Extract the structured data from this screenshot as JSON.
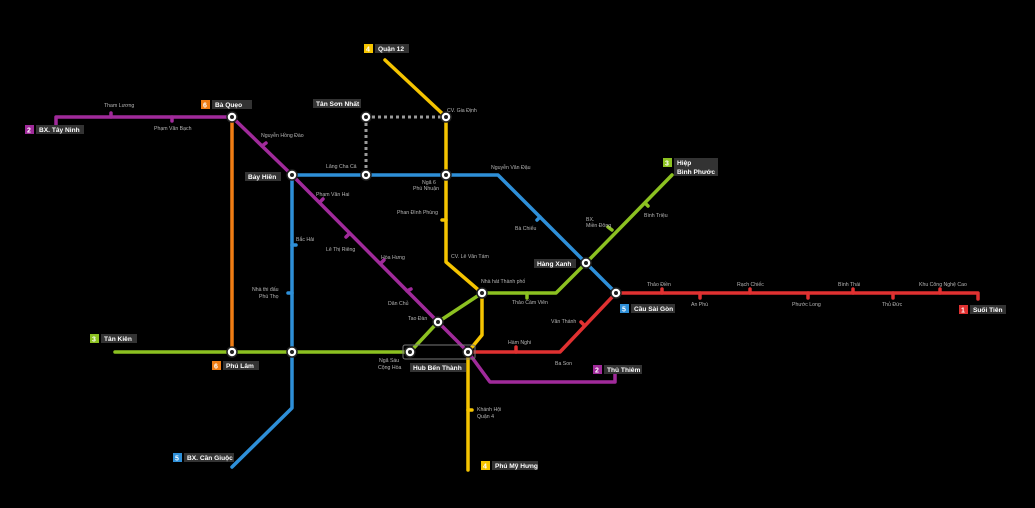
{
  "lines": [
    {
      "id": "1",
      "color": "#e03131",
      "endpoints": [
        "Suối Tiên"
      ]
    },
    {
      "id": "2",
      "color": "#a02a9a",
      "endpoints": [
        "BX. Tây Ninh",
        "Thủ Thiêm"
      ]
    },
    {
      "id": "3",
      "color": "#8cc121",
      "endpoints": [
        "Tân Kiên",
        "Hiệp Bình Phước"
      ]
    },
    {
      "id": "4",
      "color": "#f5c400",
      "endpoints": [
        "Quận 12",
        "Phú Mỹ Hưng"
      ]
    },
    {
      "id": "5",
      "color": "#2e8fd8",
      "endpoints": [
        "BX. Cần Giuộc",
        "Cầu Sài Gòn"
      ]
    },
    {
      "id": "6",
      "color": "#f07d14",
      "endpoints": [
        "Bà Quẹo",
        "Phú Lâm"
      ]
    }
  ],
  "terminals": [
    {
      "num": "4",
      "name": "Quận 12",
      "color": "#f5c400"
    },
    {
      "num": "6",
      "name": "Bà Quẹo",
      "color": "#f07d14"
    },
    {
      "num": "2",
      "name": "BX. Tây Ninh",
      "color": "#a02a9a"
    },
    {
      "num": "3",
      "name": "Hiệp",
      "name2": "Bình Phước",
      "color": "#8cc121"
    },
    {
      "num": "3",
      "name": "Tân Kiên",
      "color": "#8cc121"
    },
    {
      "num": "6",
      "name": "Phú Lâm",
      "color": "#f07d14"
    },
    {
      "num": "5",
      "name": "Cầu Sài Gòn",
      "color": "#2e8fd8"
    },
    {
      "num": "1",
      "name": "Suối Tiên",
      "color": "#e03131"
    },
    {
      "num": "2",
      "name": "Thủ Thiêm",
      "color": "#a02a9a"
    },
    {
      "num": "5",
      "name": "BX. Cần Giuộc",
      "color": "#2e8fd8"
    },
    {
      "num": "4",
      "name": "Phú Mỹ Hưng",
      "color": "#f5c400"
    }
  ],
  "hubs": [
    "Tân Sơn Nhất",
    "Bảy Hiền",
    "Hàng Xanh",
    "Hub Bến Thành"
  ],
  "stations": [
    "Tham Lương",
    "Phạm Văn Bạch",
    "Nguyễn Hồng Đào",
    "Lăng Cha Cả",
    "CV. Gia Định",
    "Ngã 6",
    "Phú Nhuận",
    "Nguyễn Văn Đậu",
    "Phan Đình Phùng",
    "Bà Chiểu",
    "BX.",
    "Miền Đông",
    "Bình Triệu",
    "Phạm Văn Hai",
    "Bắc Hải",
    "Lê Thị Riêng",
    "Hòa Hưng",
    "CV. Lê Văn Tám",
    "Nhà thi đấu",
    "Phú Thọ",
    "Dân Chủ",
    "Nhà hát Thành phố",
    "Thảo Cầm Viên",
    "Tao Đàn",
    "Ngã Sáu",
    "Cộng Hòa",
    "Hàm Nghi",
    "Văn Thánh",
    "Ba Son",
    "Thảo Điền",
    "An Phú",
    "Rạch Chiếc",
    "Phước Long",
    "Bình Thái",
    "Thủ Đức",
    "Khu Công Nghệ Cao",
    "Khánh Hội",
    "Quận 4"
  ]
}
